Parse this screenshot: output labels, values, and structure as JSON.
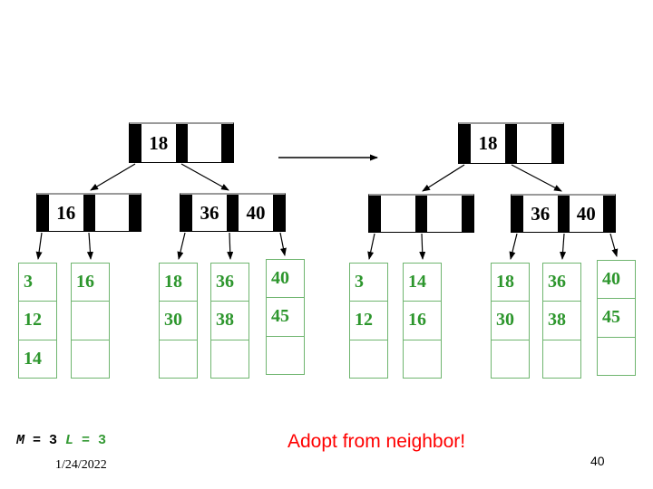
{
  "slide": {
    "caption": "Adopt from neighbor!",
    "footer": {
      "m_var": "M",
      "m_rest": " = 3 ",
      "l_var": "L",
      "l_rest": " = 3"
    },
    "date": "1/24/2022",
    "page_number": "40"
  },
  "tree_before": {
    "root": {
      "keys": [
        "18",
        ""
      ]
    },
    "internal_left": {
      "keys": [
        "16",
        ""
      ]
    },
    "internal_right": {
      "keys": [
        "36",
        "40"
      ]
    },
    "leaves": [
      [
        "3",
        "12",
        "14"
      ],
      [
        "16",
        "",
        ""
      ],
      [
        "18",
        "30",
        ""
      ],
      [
        "36",
        "38",
        ""
      ],
      [
        "40",
        "45",
        ""
      ]
    ]
  },
  "tree_after": {
    "root": {
      "keys": [
        "18",
        ""
      ]
    },
    "internal_left": {
      "keys": [
        "",
        ""
      ]
    },
    "internal_right": {
      "keys": [
        "36",
        "40"
      ]
    },
    "leaves": [
      [
        "3",
        "12",
        ""
      ],
      [
        "14",
        "16",
        ""
      ],
      [
        "18",
        "30",
        ""
      ],
      [
        "36",
        "38",
        ""
      ],
      [
        "40",
        "45",
        ""
      ]
    ]
  },
  "colors": {
    "caption_red": "#FF0000",
    "leaf_border_green": "#6FB56F",
    "leaf_text_green": "#2D962D",
    "footer_green": "#339933",
    "node_black": "#000000"
  }
}
